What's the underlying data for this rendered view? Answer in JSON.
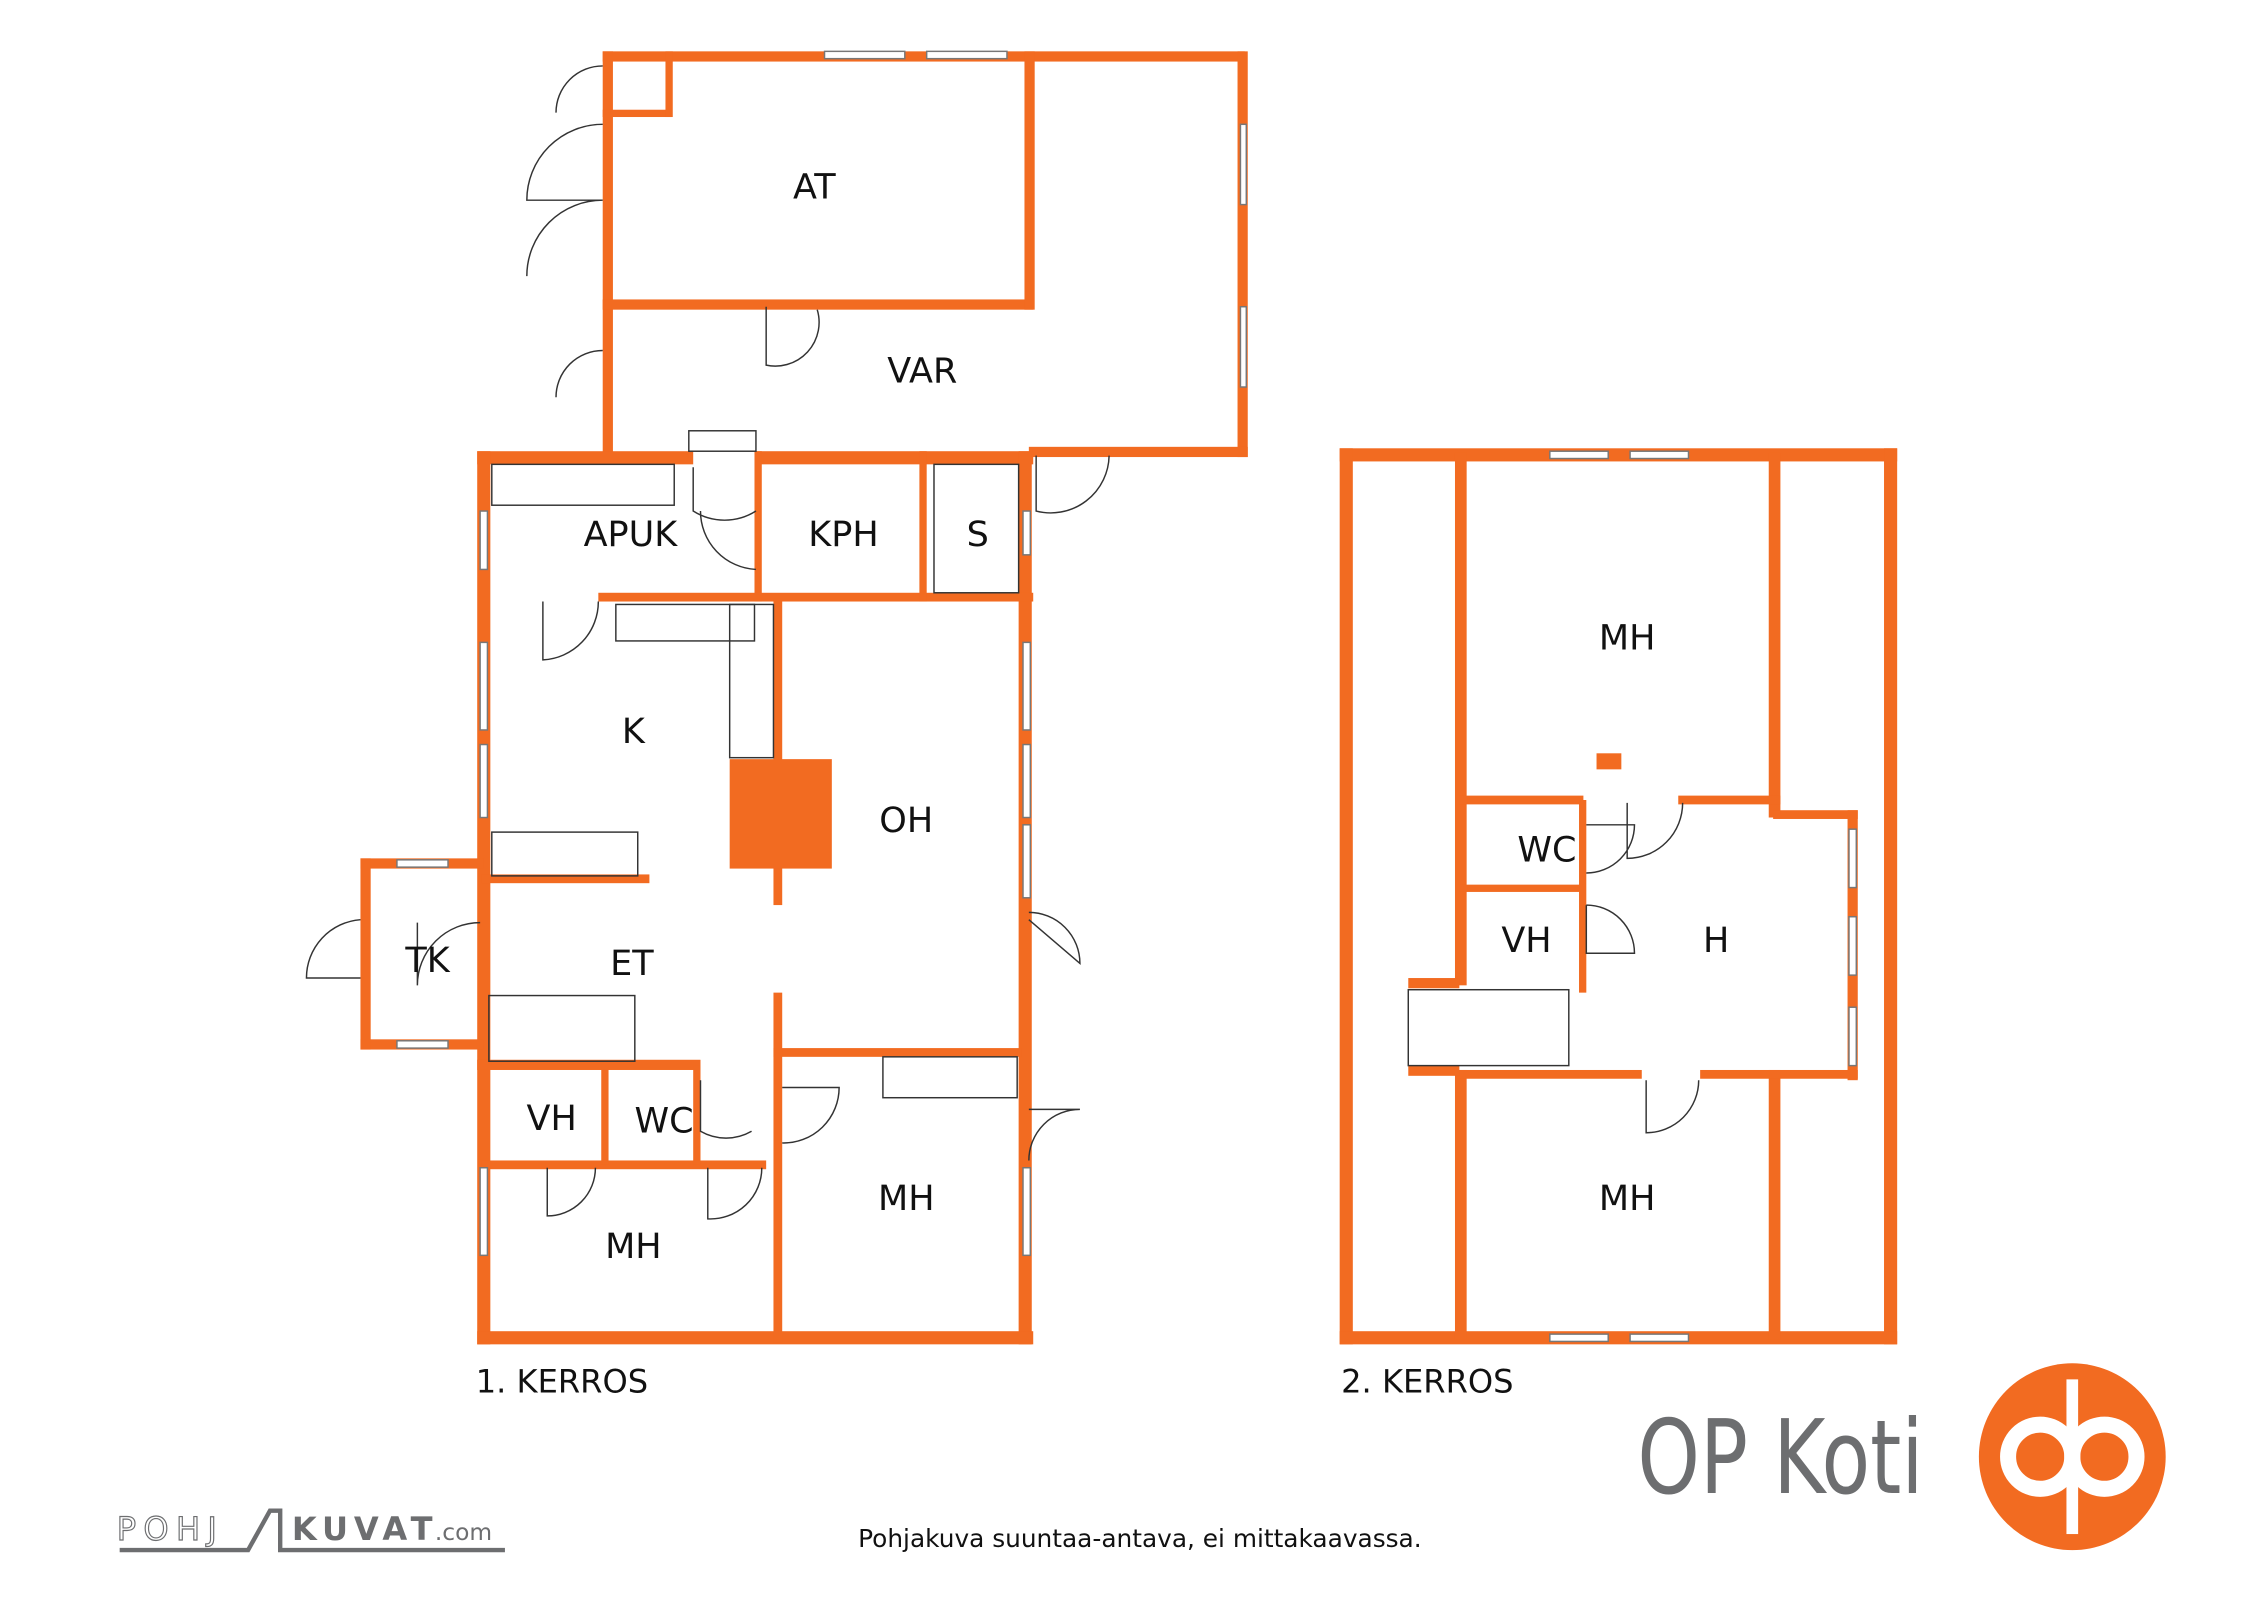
{
  "floor1": {
    "title": "1. KERROS",
    "rooms": {
      "at": "AT",
      "var": "VAR",
      "apuk": "APUK",
      "kph": "KPH",
      "s": "S",
      "k": "K",
      "oh": "OH",
      "tk": "TK",
      "et": "ET",
      "vh": "VH",
      "wc": "WC",
      "mh1": "MH",
      "mh2": "MH"
    }
  },
  "floor2": {
    "title": "2. KERROS",
    "rooms": {
      "mh_top": "MH",
      "wc": "WC",
      "vh": "VH",
      "h": "H",
      "mh_bottom": "MH"
    }
  },
  "footer": {
    "disclaimer": "Pohjakuva suuntaa-antava, ei mittakaavassa.",
    "brand": "OP Koti",
    "pohjakuvat_logo": "POHJAKUVAT.com"
  },
  "colors": {
    "wall": "#f26b21",
    "brand_gray": "#6d6e70"
  }
}
